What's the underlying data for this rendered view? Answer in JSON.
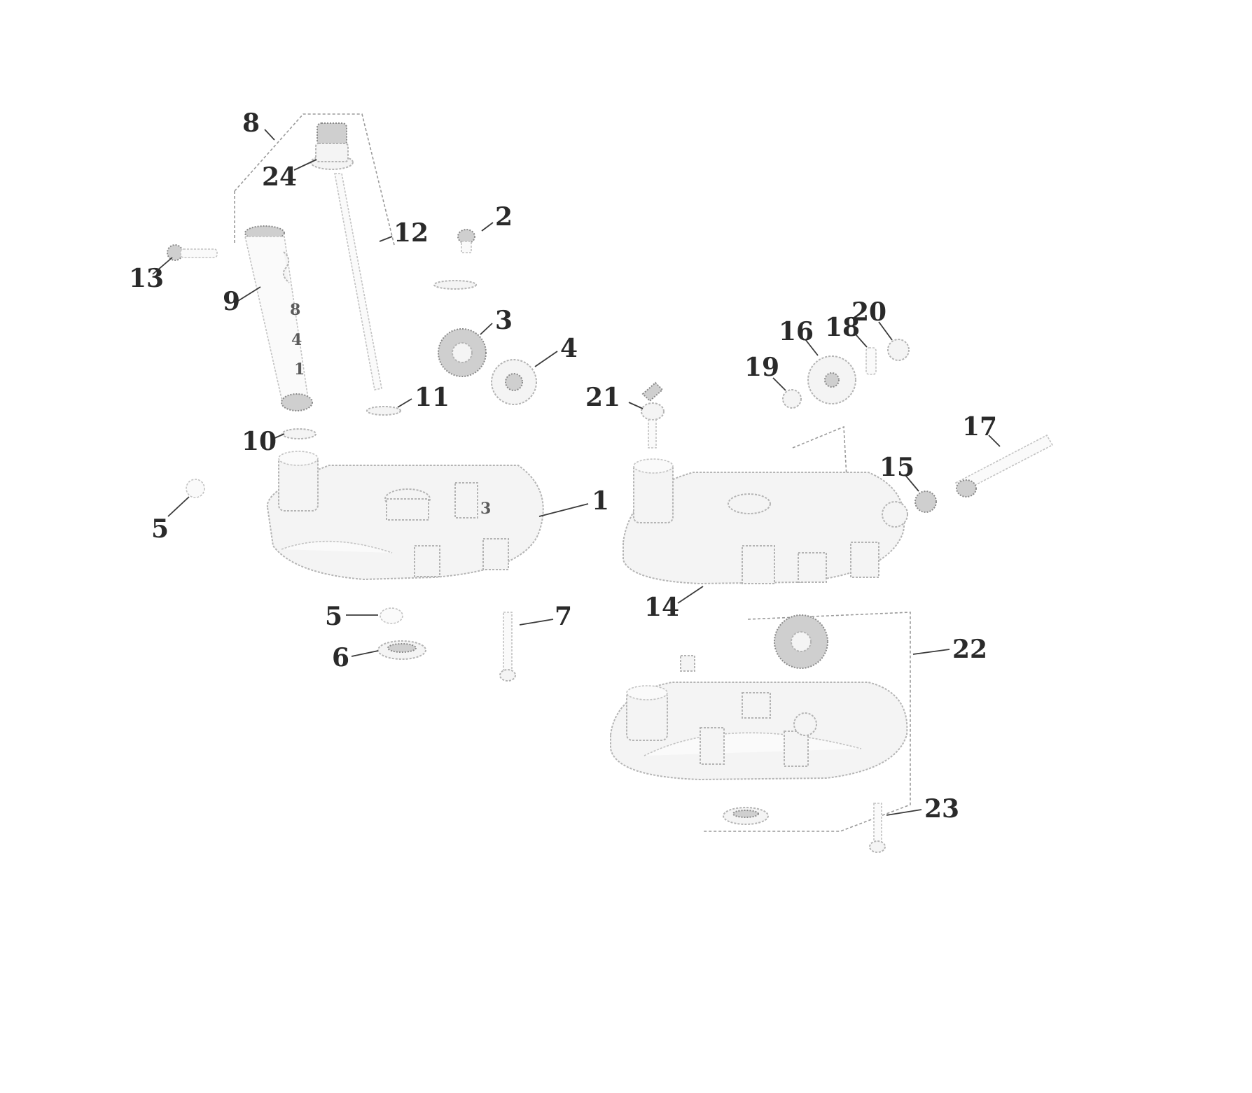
{
  "callouts": [
    {
      "id": "c8",
      "text": "8"
    },
    {
      "id": "c24",
      "text": "24"
    },
    {
      "id": "c12",
      "text": "12"
    },
    {
      "id": "c2",
      "text": "2"
    },
    {
      "id": "c13",
      "text": "13"
    },
    {
      "id": "c9",
      "text": "9"
    },
    {
      "id": "c3",
      "text": "3"
    },
    {
      "id": "c4",
      "text": "4"
    },
    {
      "id": "c11",
      "text": "11"
    },
    {
      "id": "c10",
      "text": "10"
    },
    {
      "id": "c5a",
      "text": "5"
    },
    {
      "id": "c1",
      "text": "1"
    },
    {
      "id": "c5b",
      "text": "5"
    },
    {
      "id": "c6",
      "text": "6"
    },
    {
      "id": "c7",
      "text": "7"
    },
    {
      "id": "c21",
      "text": "21"
    },
    {
      "id": "c19",
      "text": "19"
    },
    {
      "id": "c16",
      "text": "16"
    },
    {
      "id": "c18",
      "text": "18"
    },
    {
      "id": "c20",
      "text": "20"
    },
    {
      "id": "c17",
      "text": "17"
    },
    {
      "id": "c15",
      "text": "15"
    },
    {
      "id": "c14",
      "text": "14"
    },
    {
      "id": "c22",
      "text": "22"
    },
    {
      "id": "c23",
      "text": "23"
    }
  ],
  "inner_labels": [
    {
      "id": "i8",
      "text": "8"
    },
    {
      "id": "i4",
      "text": "4"
    },
    {
      "id": "i1",
      "text": "1"
    },
    {
      "id": "i3",
      "text": "3"
    }
  ],
  "colors": {
    "background": "#ffffff",
    "part_outline": "#b4b4b4",
    "label": "#2a2a2a"
  }
}
